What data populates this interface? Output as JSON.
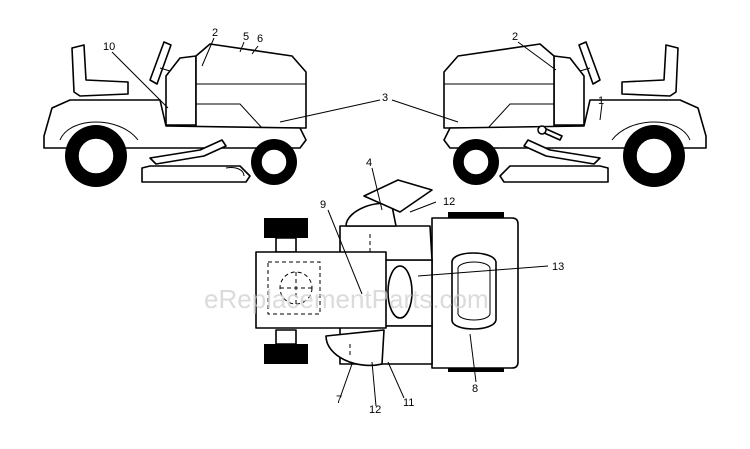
{
  "watermark": "eReplacementParts.com",
  "callouts": {
    "c1": "1",
    "c2_left": "2",
    "c2_right": "2",
    "c3": "3",
    "c4": "4",
    "c5": "5",
    "c6": "6",
    "c7": "7",
    "c8": "8",
    "c9": "9",
    "c10": "10",
    "c11": "11",
    "c12_top": "12",
    "c12_bottom": "12",
    "c13": "13"
  }
}
